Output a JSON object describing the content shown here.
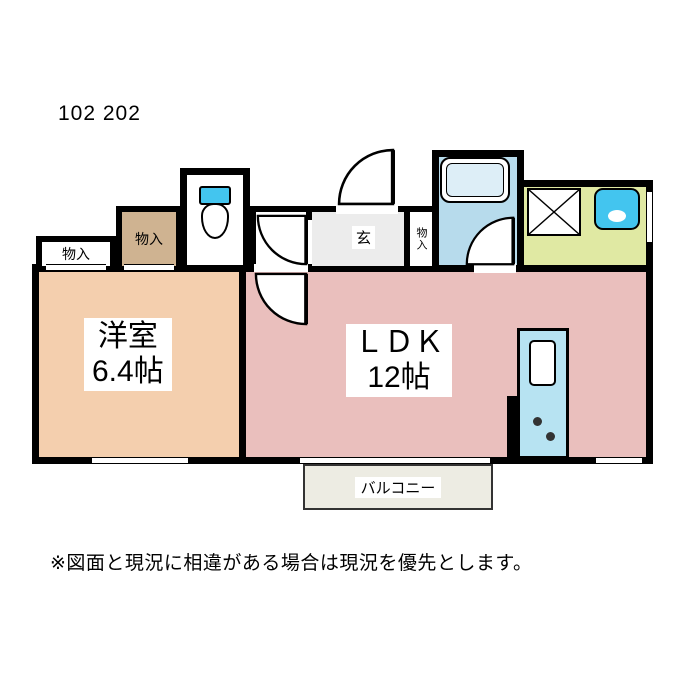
{
  "unit_label": "102 202",
  "disclaimer": "※図面と現況に相違がある場合は現況を優先とします。",
  "rooms": {
    "western_room": {
      "name": "洋室",
      "size": "6.4帖"
    },
    "ldk": {
      "name": "ＬＤＫ",
      "size": "12帖"
    },
    "entrance": {
      "label": "玄"
    },
    "balcony": {
      "label": "バルコニー"
    },
    "storage_left": {
      "label": "物入"
    },
    "storage_mid": {
      "label": "物入"
    },
    "storage_entry": {
      "label": "物入"
    }
  },
  "fixtures": {
    "toilet": "toilet-icon",
    "bathtub": "bathtub-icon",
    "washer_space": "washer-space-icon",
    "wash_basin": "basin-icon",
    "kitchen_sink": "kitchen-sink-icon",
    "stove": "stove-burners-icon"
  },
  "colors": {
    "wall": "#000000",
    "western_room": "#f4cfae",
    "ldk": "#eabfbd",
    "bathroom": "#b7dbec",
    "washroom": "#e0e9a3",
    "counter_blue": "#b7e3f2",
    "fixture_blue": "#43c5ef",
    "storage_tan": "#cfb391",
    "entrance_gray": "#ececec",
    "balcony": "#edece3"
  }
}
